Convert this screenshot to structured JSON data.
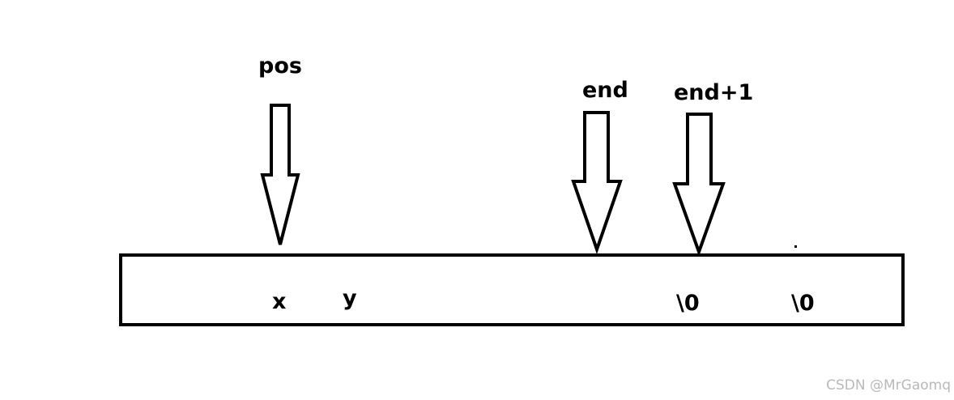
{
  "pointers": [
    {
      "id": "pos",
      "label": "pos"
    },
    {
      "id": "end",
      "label": "end"
    },
    {
      "id": "end-plus-1",
      "label": "end+1"
    }
  ],
  "buffer": {
    "cells": [
      "x",
      "y",
      "\\0",
      "\\0"
    ]
  },
  "watermark": "CSDN @MrGaomq",
  "colors": {
    "stroke": "#000000",
    "fill": "#ffffff",
    "watermark": "#b9b9b9"
  }
}
